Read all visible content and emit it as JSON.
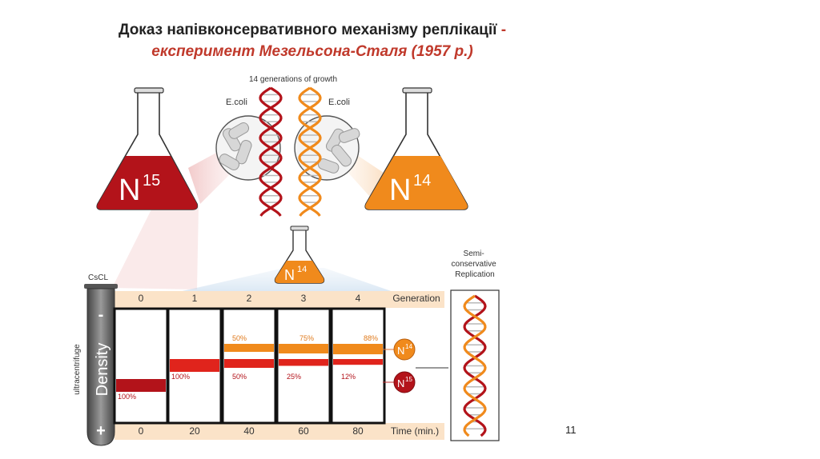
{
  "title": {
    "line1": "Доказ напівконсервативного механізму реплікації",
    "dash": " -",
    "line2": "експеримент Мезельсона-Сталя (1957 р.)"
  },
  "growth_label": "14 generations of growth",
  "ecoli_left": "E.coli",
  "ecoli_right": "E.coli",
  "flask_left": {
    "base": "N",
    "sup": "15",
    "color": "#b3131a"
  },
  "flask_right": {
    "base": "N",
    "sup": "14",
    "color": "#f08a1c"
  },
  "flask_small": {
    "base": "N",
    "sup": "14"
  },
  "cscl_label": "CsCL",
  "tube_axis_label": "ultracentrifuge",
  "density_label": "Density",
  "minus_sign": "-",
  "plus_sign": "+",
  "semi_label": [
    "Semi-",
    "conservative",
    "Replication"
  ],
  "generation_label": "Generation",
  "time_label": "Time (min.)",
  "generations": [
    "0",
    "1",
    "2",
    "3",
    "4"
  ],
  "times": [
    "0",
    "20",
    "40",
    "60",
    "80"
  ],
  "n15_band_percent": [
    "100%",
    "100%",
    "50%",
    "25%",
    "12%"
  ],
  "n14_band_percent": [
    "",
    "",
    "50%",
    "75%",
    "88%"
  ],
  "legend_n14": {
    "base": "N",
    "sup": "14"
  },
  "legend_n15": {
    "base": "N",
    "sup": "15"
  },
  "colors": {
    "n15": "#b3131a",
    "n14": "#f08a1c",
    "header_band": "#fbe3c8"
  },
  "page_number": "11"
}
